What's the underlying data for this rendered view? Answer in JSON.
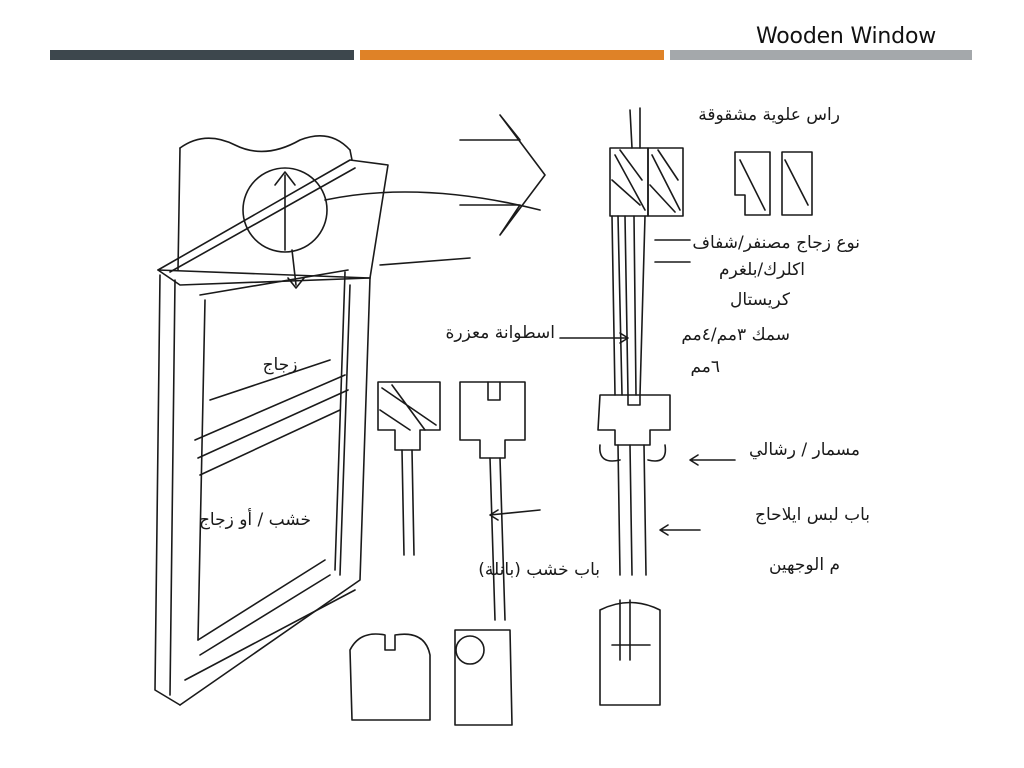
{
  "title": "Wooden Window",
  "colors": {
    "bar_dark": "#3d474d",
    "bar_orange": "#df8227",
    "bar_gray": "#a4a8ab",
    "ink": "#1a1a1a"
  },
  "annotations": {
    "top_right": "راس علوية مشقوقة",
    "glass_type": "نوع زجاج مصنفر/شفاف",
    "glass_type2": "اكلرك/بلغرم",
    "glass_type3": "كريستال",
    "thickness": "سمك ٣مم/٤مم",
    "thickness2": "٦مم",
    "spring_rod": "اسطوانة معزرة",
    "nail": "مسمار / رشالي",
    "glass_pane": "زجاج",
    "wood_glass": "خشب / أو زجاج",
    "door_wood": "باب خشب (بانلة)",
    "door_glass": "باب لبس ايلاحاج",
    "door_glass2": "م الوجهين"
  }
}
